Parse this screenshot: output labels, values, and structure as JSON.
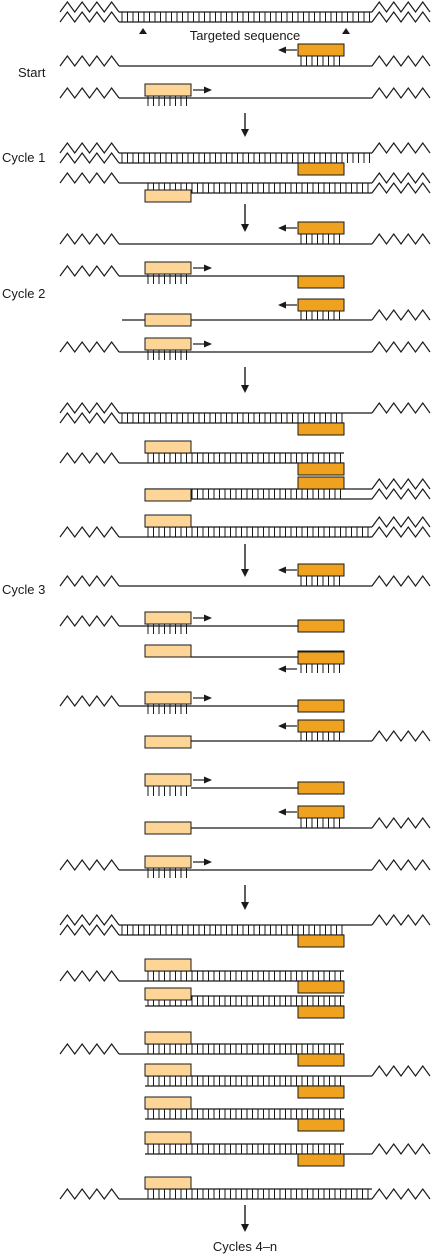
{
  "diagram": {
    "title_label": "Targeted sequence",
    "stage_labels": [
      "Start",
      "Cycle 1",
      "Cycle 2",
      "Cycle 3"
    ],
    "footer_label": "Cycles 4–n",
    "colors": {
      "forward_primer": "#fdd596",
      "reverse_primer": "#eea21f",
      "strand": "#1a1a1a",
      "background": "#ffffff"
    }
  }
}
